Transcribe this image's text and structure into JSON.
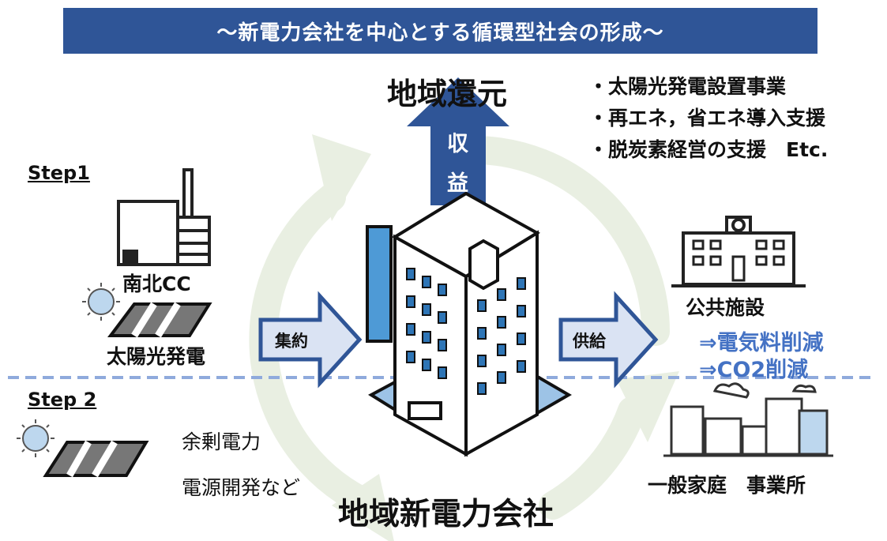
{
  "title": "～新電力会社を中心とする循環型社会の形成～",
  "top": {
    "heading": "地域還元",
    "arrow_chars": [
      "収",
      "益"
    ],
    "bullets": [
      "・太陽光発電設置事業",
      "・再エネ，省エネ導入支援",
      "・脱炭素経営の支援　Etc."
    ]
  },
  "step1": {
    "label": "Step1",
    "plant_label": "南北CC",
    "solar_label": "太陽光発電"
  },
  "step2": {
    "label": "Step 2",
    "items": [
      "余剰電力",
      "電源開発など"
    ]
  },
  "center": {
    "label": "地域新電力会社",
    "left_arrow": "集約",
    "right_arrow": "供給"
  },
  "right": {
    "public_label": "公共施設",
    "benefits": [
      "⇒電気料削減",
      "⇒CO2削減"
    ],
    "bottom_label": "一般家庭　事業所"
  },
  "colors": {
    "banner": "#2f5597",
    "arrow_fill": "#2f5597",
    "pale_arrow": "#dae3f3",
    "benefit_text": "#4472c4",
    "cycle": "#e9efe2",
    "divider": "#8faadc"
  }
}
